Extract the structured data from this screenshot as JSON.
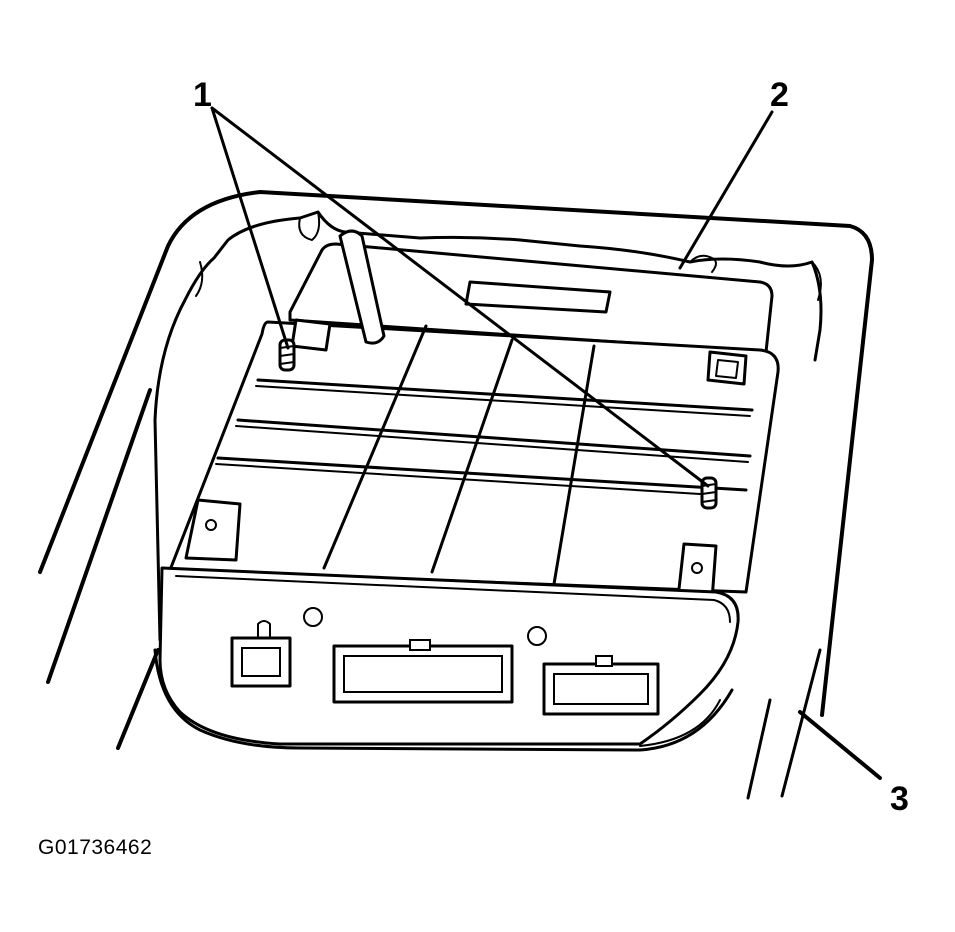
{
  "figure": {
    "id_label": "G01736462",
    "callouts": [
      {
        "key": "c1",
        "label": "1"
      },
      {
        "key": "c2",
        "label": "2"
      },
      {
        "key": "c3",
        "label": "3"
      }
    ]
  }
}
